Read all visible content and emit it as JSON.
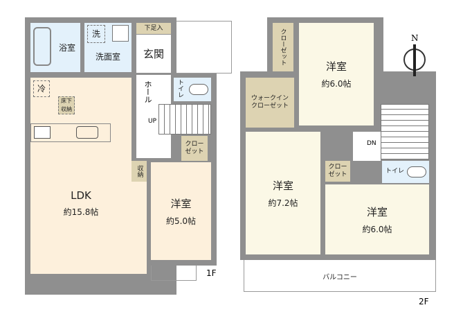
{
  "floor1": {
    "label": "1F",
    "rooms": {
      "bath": "浴室",
      "washroom": "洗面室",
      "washer": "洗",
      "shoe_storage": "下足入",
      "entrance": "玄関",
      "toilet": "トイレ",
      "hall": "ホール",
      "stairs": "UP",
      "fridge": "冷",
      "underfloor": "床下収納",
      "ldk": {
        "name": "LDK",
        "size": "約15.8帖"
      },
      "storage": "収納",
      "closet": "クローゼット",
      "western_room": {
        "name": "洋室",
        "size": "約5.0帖"
      }
    }
  },
  "floor2": {
    "label": "2F",
    "rooms": {
      "closet_top": "クローゼット",
      "western_room_north": {
        "name": "洋室",
        "size": "約6.0帖"
      },
      "walk_in_closet": "ウォークインクローゼット",
      "western_room_west": {
        "name": "洋室",
        "size": "約7.2帖"
      },
      "stairs": "DN",
      "closet_small": "クローゼット",
      "toilet": "トイレ",
      "western_room_south": {
        "name": "洋室",
        "size": "約6.0帖"
      },
      "balcony": "バルコニー"
    }
  },
  "compass": {
    "label": "N"
  },
  "colors": {
    "wall": "#8f8f8f",
    "living": "#fdf0dc",
    "wet": "#e3f1fb",
    "storage": "#ddd3b2",
    "bedroom": "#fbf8e6"
  }
}
